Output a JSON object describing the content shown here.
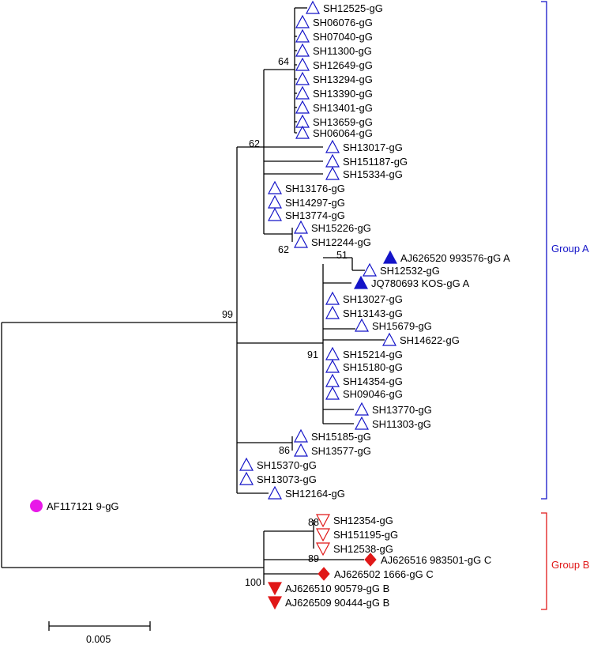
{
  "colors": {
    "branch": "#000000",
    "group_a": "#1414c8",
    "group_b": "#e01818",
    "outgroup": "#e818e8"
  },
  "taxa": {
    "SH12525": "SH12525-gG",
    "SH06076": "SH06076-gG",
    "SH07040": "SH07040-gG",
    "SH11300": "SH11300-gG",
    "SH12649": "SH12649-gG",
    "SH13294": "SH13294-gG",
    "SH13390": "SH13390-gG",
    "SH13401": "SH13401-gG",
    "SH13659": "SH13659-gG",
    "SH06064": "SH06064-gG",
    "SH13017": "SH13017-gG",
    "SH151187": "SH151187-gG",
    "SH15334": "SH15334-gG",
    "SH13176": "SH13176-gG",
    "SH14297": "SH14297-gG",
    "SH13774": "SH13774-gG",
    "SH15226": "SH15226-gG",
    "SH12244": "SH12244-gG",
    "AJ626520": "AJ626520 993576-gG A",
    "SH12532": "SH12532-gG",
    "JQ780693": "JQ780693 KOS-gG A",
    "SH13027": "SH13027-gG",
    "SH13143": "SH13143-gG",
    "SH15679": "SH15679-gG",
    "SH14622": "SH14622-gG",
    "SH15214": "SH15214-gG",
    "SH15180": "SH15180-gG",
    "SH14354": "SH14354-gG",
    "SH09046": "SH09046-gG",
    "SH13770": "SH13770-gG",
    "SH11303": "SH11303-gG",
    "SH15185": "SH15185-gG",
    "SH13577": "SH13577-gG",
    "SH15370": "SH15370-gG",
    "SH13073": "SH13073-gG",
    "SH12164": "SH12164-gG",
    "AF117121": "AF117121 9-gG",
    "SH12354": "SH12354-gG",
    "SH151195": "SH151195-gG",
    "SH12538": "SH12538-gG",
    "AJ626516": "AJ626516 983501-gG C",
    "AJ626502": "AJ626502 1666-gG C",
    "AJ626510": "AJ626510 90579-gG B",
    "AJ626509": "AJ626509 90444-gG B"
  },
  "bootstrap": {
    "b64": "64",
    "b62_upper": "62",
    "b62_lower": "62",
    "b51": "51",
    "b99": "99",
    "b91": "91",
    "b86": "86",
    "b88": "88",
    "b89": "89",
    "b100": "100"
  },
  "groups": {
    "a": "Group A",
    "b": "Group B"
  },
  "scale": {
    "label": "0.005"
  }
}
